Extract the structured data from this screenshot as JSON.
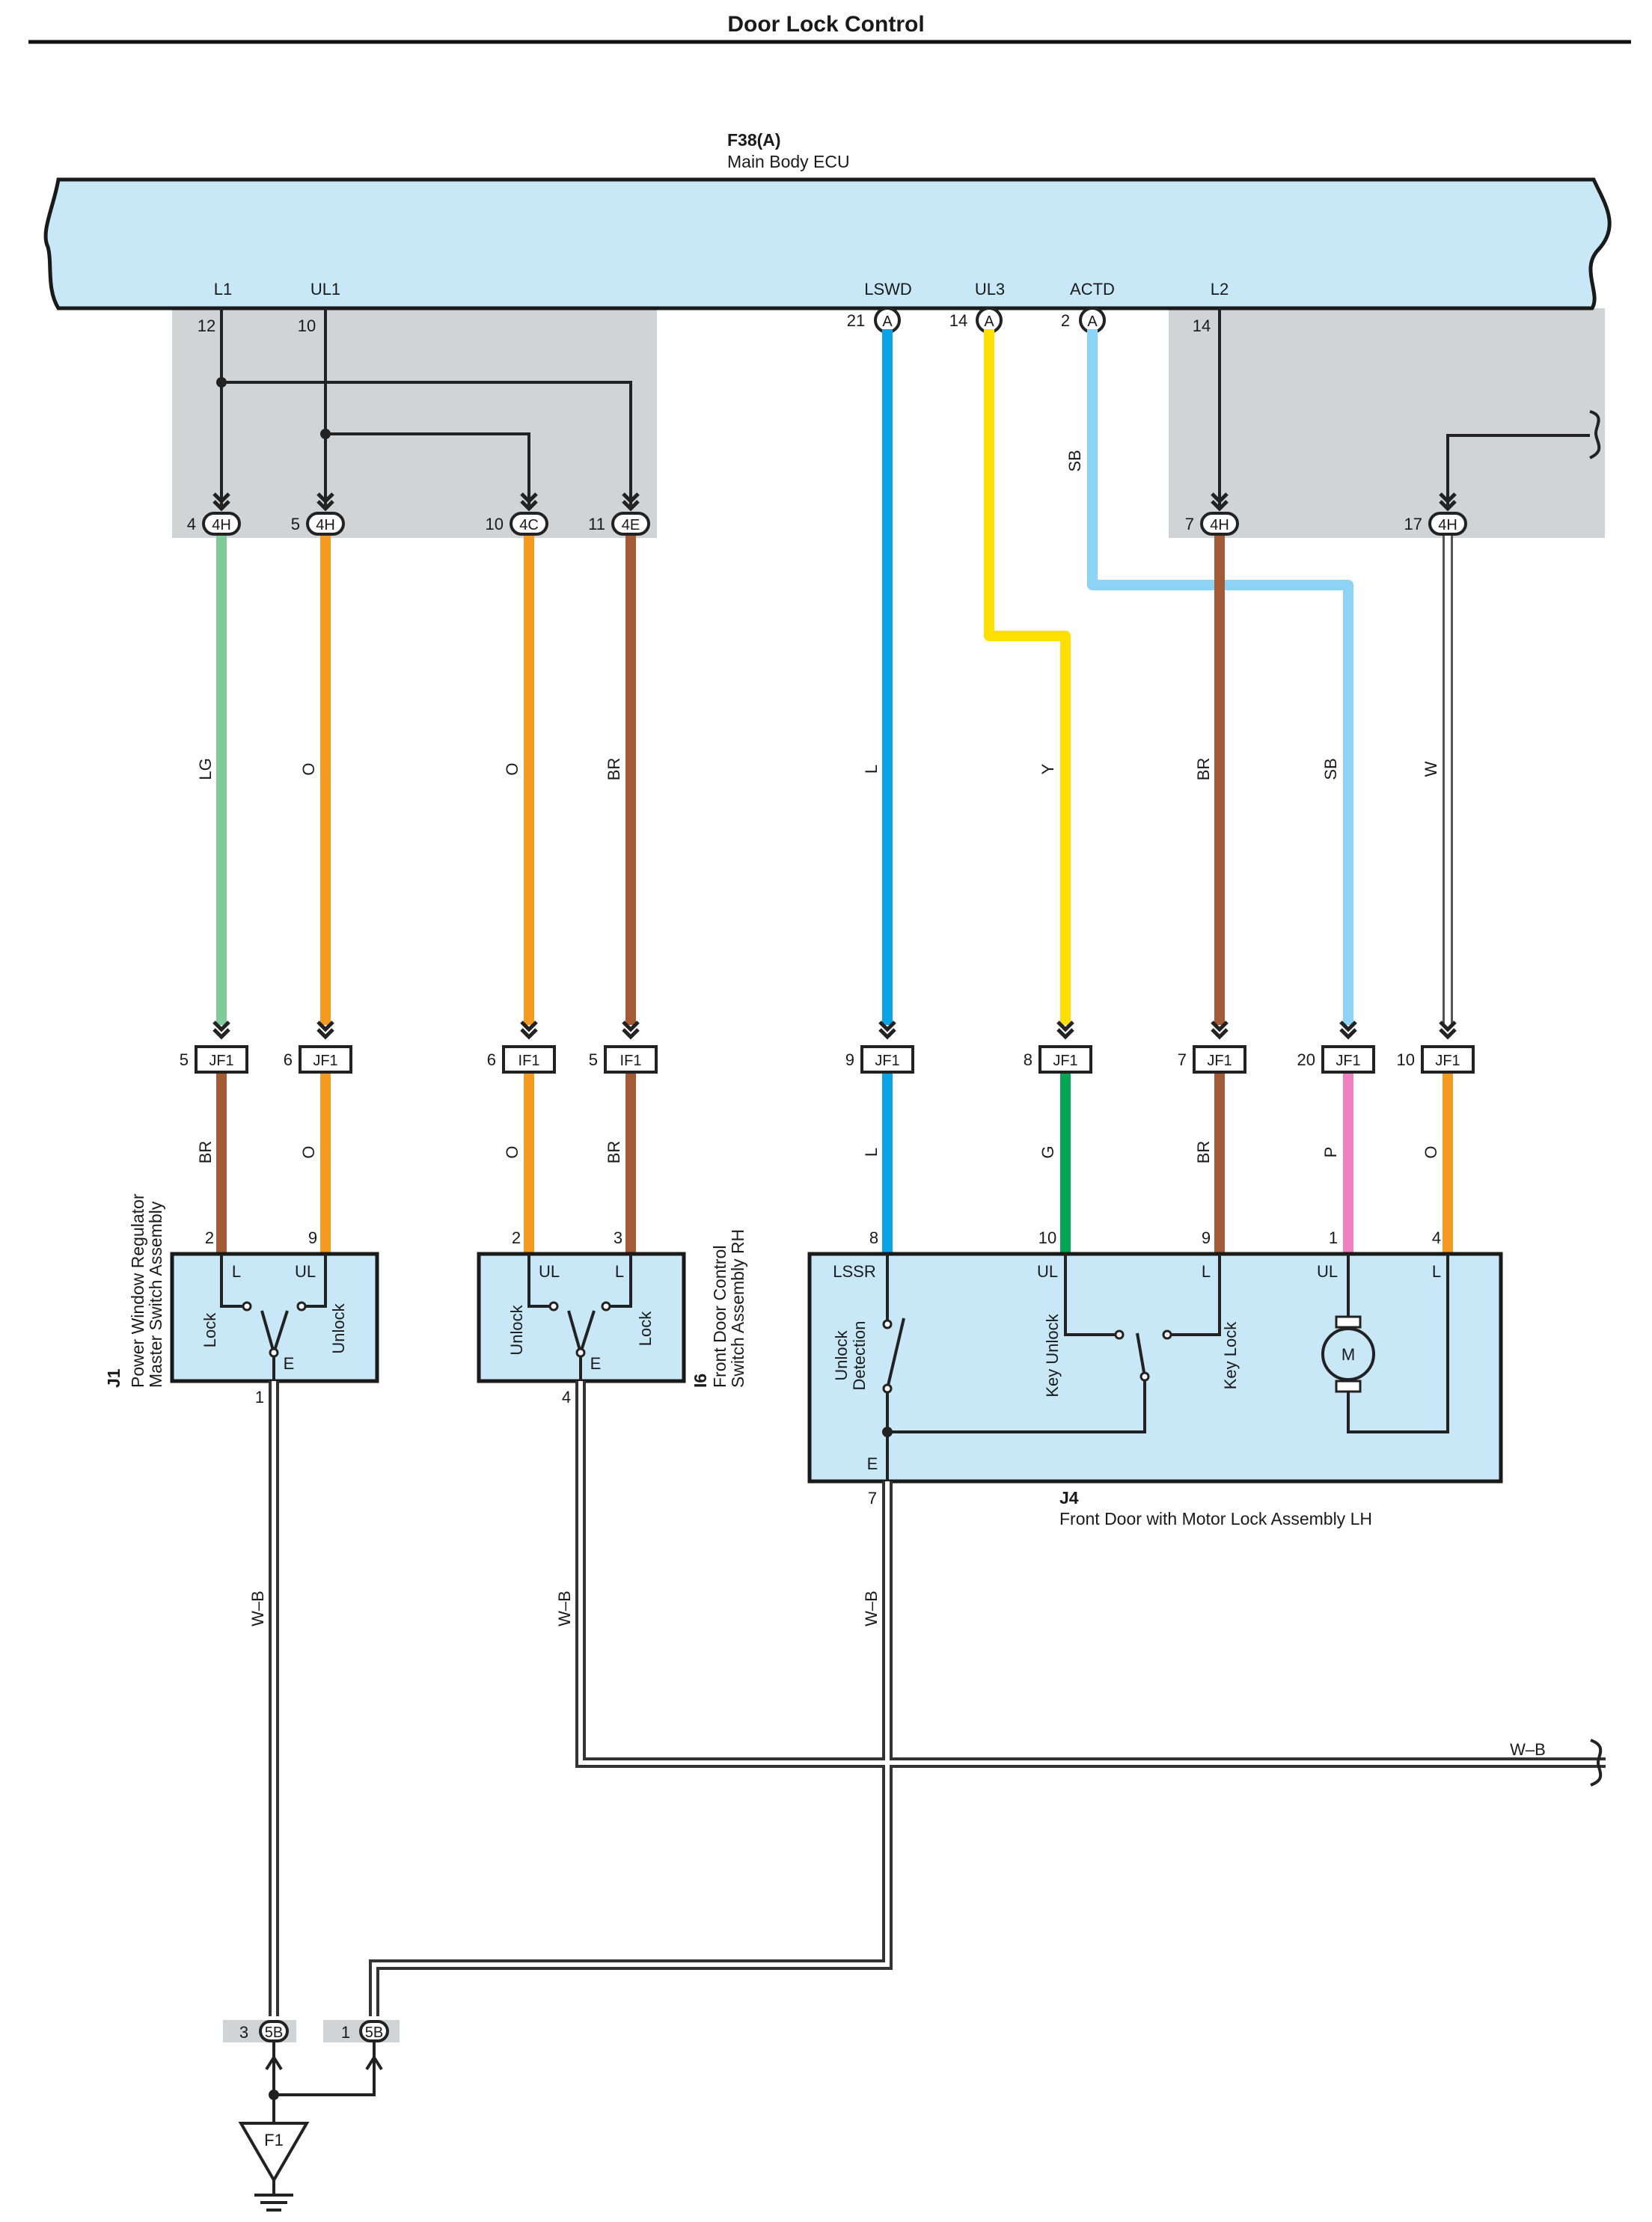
{
  "title": "Door Lock Control",
  "ecu": {
    "code": "F38(A)",
    "name": "Main Body ECU",
    "terminals": [
      {
        "name": "L1",
        "pin": "12"
      },
      {
        "name": "UL1",
        "pin": "10"
      },
      {
        "name": "LSWD",
        "pin": "21",
        "conn": "A"
      },
      {
        "name": "UL3",
        "pin": "14",
        "conn": "A"
      },
      {
        "name": "ACTD",
        "pin": "2",
        "conn": "A"
      },
      {
        "name": "L2",
        "pin": "14"
      }
    ]
  },
  "upper_connectors": [
    {
      "pin": "4",
      "id": "4H"
    },
    {
      "pin": "5",
      "id": "4H"
    },
    {
      "pin": "10",
      "id": "4C"
    },
    {
      "pin": "11",
      "id": "4E"
    },
    {
      "pin": "7",
      "id": "4H"
    },
    {
      "pin": "17",
      "id": "4H"
    }
  ],
  "mid_connectors": [
    {
      "pin": "5",
      "id": "JF1"
    },
    {
      "pin": "6",
      "id": "JF1"
    },
    {
      "pin": "6",
      "id": "IF1"
    },
    {
      "pin": "5",
      "id": "IF1"
    },
    {
      "pin": "9",
      "id": "JF1"
    },
    {
      "pin": "8",
      "id": "JF1"
    },
    {
      "pin": "7",
      "id": "JF1"
    },
    {
      "pin": "20",
      "id": "JF1"
    },
    {
      "pin": "10",
      "id": "JF1"
    }
  ],
  "upper_wire_labels": [
    "LG",
    "O",
    "O",
    "BR",
    "L",
    "Y",
    "BR",
    "SB",
    "W"
  ],
  "sb_branch_label": "SB",
  "lower_wire_labels": [
    "BR",
    "O",
    "O",
    "BR",
    "L",
    "G",
    "BR",
    "P",
    "O"
  ],
  "lower_pins": [
    "2",
    "9",
    "2",
    "3",
    "8",
    "10",
    "9",
    "1",
    "4"
  ],
  "j1": {
    "code": "J1",
    "name_line1": "Power Window Regulator",
    "name_line2": "Master Switch Assembly",
    "term_l": "L",
    "term_ul": "UL",
    "term_e": "E",
    "sw_left": "Lock",
    "sw_right": "Unlock",
    "ground_pin": "1"
  },
  "i6": {
    "code": "I6",
    "name_line1": "Front Door Control",
    "name_line2": "Switch Assembly RH",
    "term_ul": "UL",
    "term_l": "L",
    "term_e": "E",
    "sw_left": "Unlock",
    "sw_right": "Lock",
    "ground_pin": "4"
  },
  "j4": {
    "code": "J4",
    "name": "Front Door with Motor Lock Assembly LH",
    "terms": [
      "LSSR",
      "UL",
      "L",
      "UL",
      "L"
    ],
    "term_e": "E",
    "unlock_det_1": "Unlock",
    "unlock_det_2": "Detection",
    "key_unlock": "Key Unlock",
    "key_lock": "Key Lock",
    "motor": "M",
    "ground_pin": "7"
  },
  "ground_wire_labels": [
    "W–B",
    "W–B",
    "W–B",
    "W–B"
  ],
  "bottom_connectors": [
    {
      "pin": "3",
      "id": "5B"
    },
    {
      "pin": "1",
      "id": "5B"
    }
  ],
  "ground_point": "F1",
  "colors": {
    "LG": "#7fcc9a",
    "O": "#f39a22",
    "BR": "#a45a35",
    "L": "#0aa3e4",
    "Y": "#ffdf00",
    "SB": "#8dd3f6",
    "G": "#00a652",
    "P": "#ef7fbf",
    "W": "#ffffff",
    "component_fill": "#c8e8f8",
    "shade": "#d2d3d5"
  }
}
